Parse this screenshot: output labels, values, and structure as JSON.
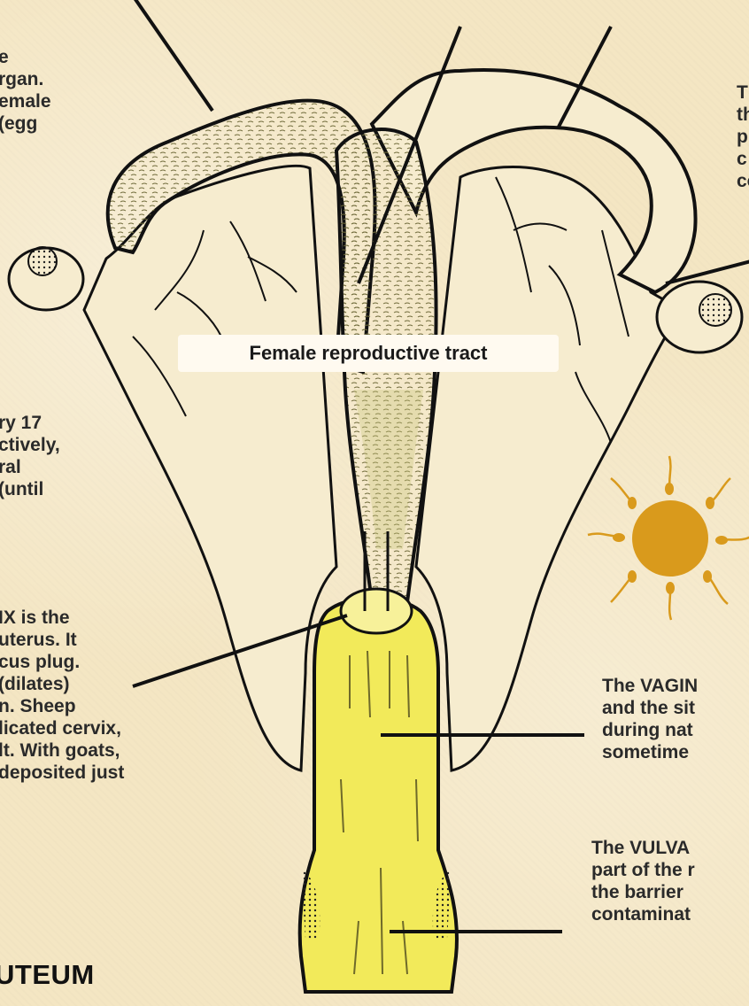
{
  "title": "Female reproductive tract",
  "left_texts": {
    "uterus_desc": [
      "e",
      "rgan.",
      "emale",
      "(egg"
    ],
    "ovary_desc": [
      "ry 17",
      "ctively,",
      "ral",
      "(until"
    ],
    "cervix_desc": [
      "IX  is the",
      "uterus. It",
      "cus plug.",
      "(dilates)",
      "n. Sheep",
      "licated cervix,",
      "lt. With goats,",
      "deposited just"
    ]
  },
  "right_texts": {
    "oviduct_desc": [
      "T",
      "th",
      "p",
      "c",
      "co"
    ],
    "vagina_desc": [
      "The VAGIN",
      "and the sit",
      "during nat",
      "sometime"
    ],
    "vulva_desc": [
      "The VULVA",
      "part of the r",
      "the barrier",
      "contaminat"
    ]
  },
  "section_heading": "UTEUM",
  "colors": {
    "background": "#f4e6c3",
    "outline": "#111111",
    "vagina_fill": "#f2ea5a",
    "sun": "#d99a1c"
  }
}
